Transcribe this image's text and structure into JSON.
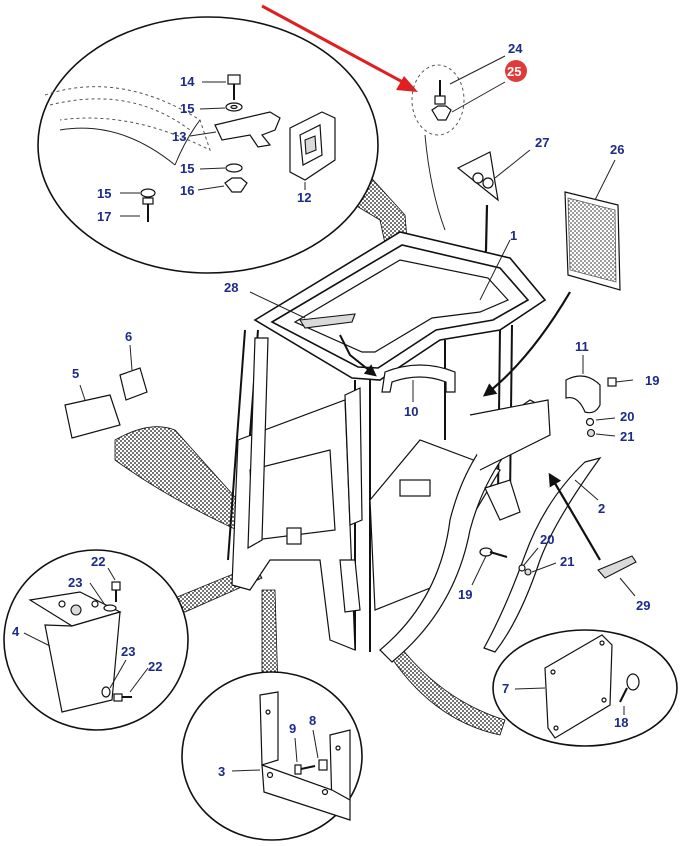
{
  "diagram": {
    "labels": {
      "l1": "1",
      "l2": "2",
      "l3": "3",
      "l4": "4",
      "l5": "5",
      "l6": "6",
      "l7": "7",
      "l8": "8",
      "l9": "9",
      "l10": "10",
      "l11": "11",
      "l12": "12",
      "l13": "13",
      "l14": "14",
      "l15a": "15",
      "l15b": "15",
      "l15c": "15",
      "l16": "16",
      "l17": "17",
      "l18": "18",
      "l19a": "19",
      "l19b": "19",
      "l20a": "20",
      "l20b": "20",
      "l21a": "21",
      "l21b": "21",
      "l22a": "22",
      "l22b": "22",
      "l23a": "23",
      "l23b": "23",
      "l24": "24",
      "l25": "25",
      "l26": "26",
      "l27": "27",
      "l28": "28",
      "l29": "29"
    },
    "highlight": {
      "part": "25",
      "badge_color": "#e03b3b",
      "arrow_color": "#e02020"
    },
    "label_color": "#1c2a8a"
  }
}
